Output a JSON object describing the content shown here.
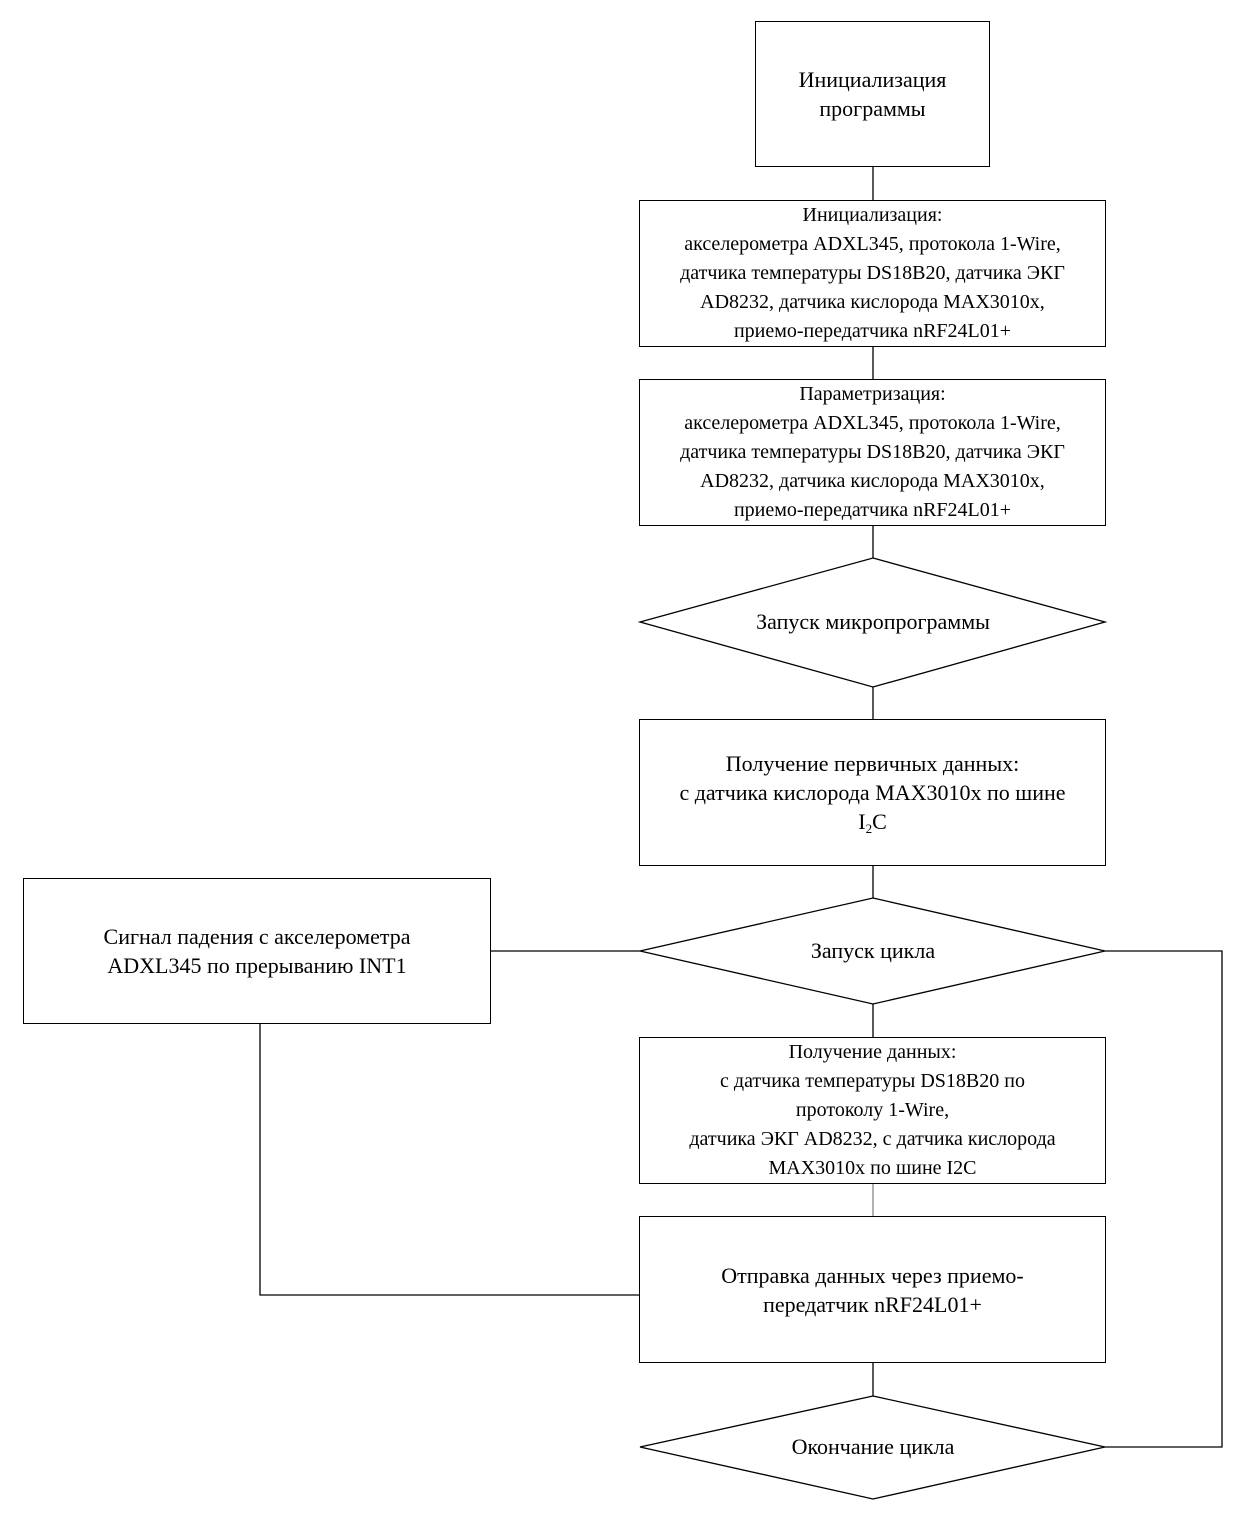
{
  "flowchart": {
    "start": {
      "lines": [
        "Инициализация",
        "программы"
      ]
    },
    "init": {
      "lines": [
        "Инициализация:",
        "акселерометра ADXL345, протокола 1-Wire,",
        "датчика температуры DS18B20, датчика ЭКГ",
        "AD8232, датчика кислорода MAX3010x,",
        "приемо-передатчика nRF24L01+"
      ]
    },
    "param": {
      "lines": [
        "Параметризация:",
        "акселерометра ADXL345, протокола 1-Wire,",
        "датчика температуры DS18B20, датчика ЭКГ",
        "AD8232, датчика кислорода MAX3010x,",
        "приемо-передатчика nRF24L01+"
      ]
    },
    "launch_firmware": {
      "label": "Запуск микропрограммы"
    },
    "primary_data": {
      "lines": [
        "Получение первичных данных:",
        "с датчика кислорода MAX3010x по шине"
      ],
      "bus_main": "I",
      "bus_sub": "2",
      "bus_tail": "C"
    },
    "fall_signal": {
      "lines": [
        "Сигнал падения с акселерометра",
        "ADXL345 по прерыванию INT1"
      ]
    },
    "loop_start": {
      "label": "Запуск цикла"
    },
    "get_data": {
      "lines": [
        "Получение данных:",
        "с датчика температуры DS18B20 по",
        "протоколу 1-Wire,",
        "датчика ЭКГ AD8232, с датчика кислорода",
        "MAX3010x по шине I2C"
      ]
    },
    "send_data": {
      "lines": [
        "Отправка данных через приемо-",
        "передатчик nRF24L01+"
      ]
    },
    "loop_end": {
      "label": "Окончание цикла"
    }
  }
}
